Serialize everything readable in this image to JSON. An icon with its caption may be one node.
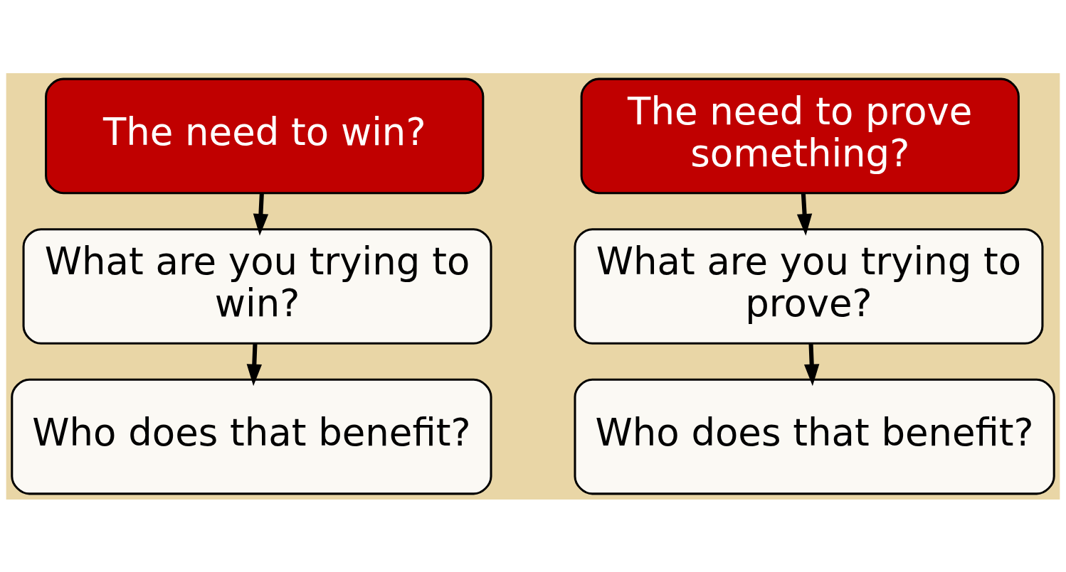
{
  "diagram": {
    "nodes": [
      {
        "text": [
          "The need to win?"
        ]
      },
      {
        "text": [
          "What are you trying to win?"
        ]
      },
      {
        "text": [
          "Who does that benefit?"
        ]
      },
      {
        "text": [
          "The need to prove something?"
        ]
      },
      {
        "text": [
          "What are you trying to prove?"
        ]
      },
      {
        "text": [
          "Who does that benefit?"
        ]
      }
    ],
    "edges": [
      {
        "from": 0,
        "to": 1,
        "arrow": "to"
      },
      {
        "from": 1,
        "to": 2,
        "arrow": "to"
      },
      {
        "from": 3,
        "to": 4,
        "arrow": "to"
      },
      {
        "from": 4,
        "to": 5,
        "arrow": "to"
      }
    ]
  }
}
